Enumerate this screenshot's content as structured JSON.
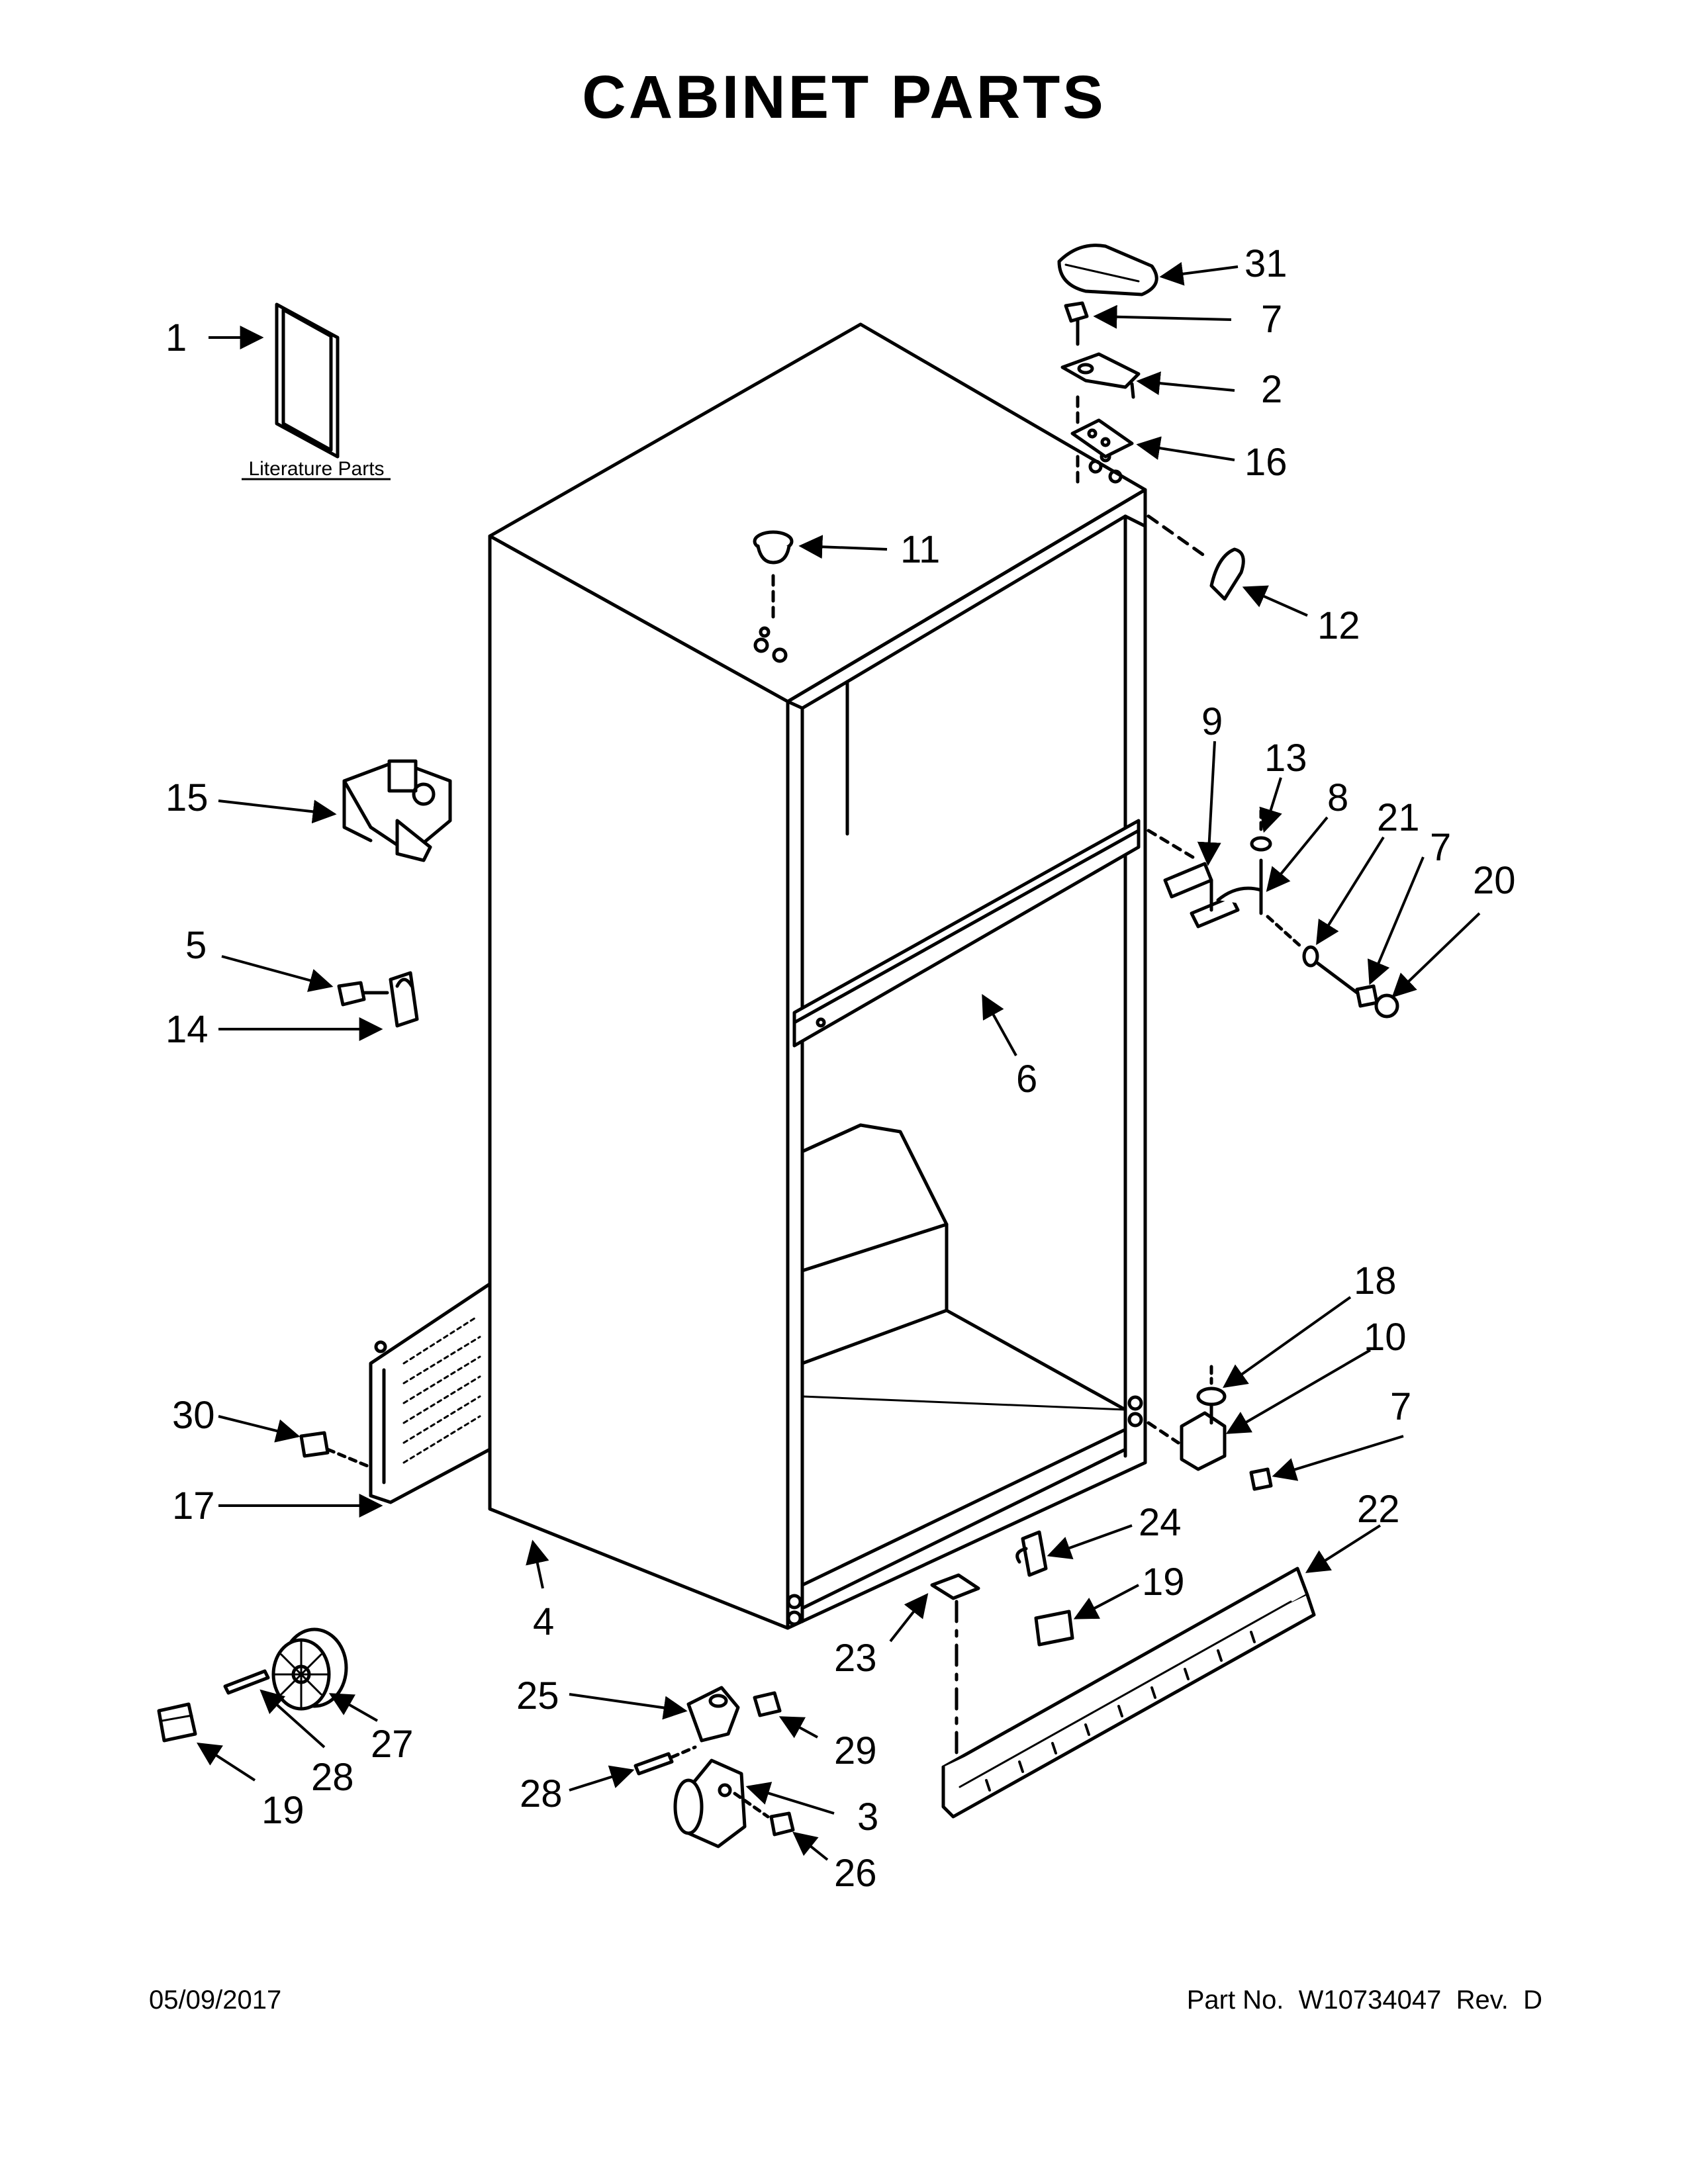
{
  "page": {
    "title": "CABINET PARTS",
    "literature_label": "Literature Parts",
    "footer_date": "05/09/2017",
    "footer_part": "Part No.  W10734047  Rev.  D"
  },
  "callouts": {
    "c1": "1",
    "c31": "31",
    "c7a": "7",
    "c2": "2",
    "c16": "16",
    "c11": "11",
    "c12": "12",
    "c9": "9",
    "c13": "13",
    "c8": "8",
    "c21": "21",
    "c7b": "7",
    "c20": "20",
    "c15": "15",
    "c5": "5",
    "c14": "14",
    "c6": "6",
    "c18": "18",
    "c10": "10",
    "c7c": "7",
    "c30": "30",
    "c17": "17",
    "c4": "4",
    "c24": "24",
    "c22": "22",
    "c19a": "19",
    "c23": "23",
    "c27": "27",
    "c28a": "28",
    "c19b": "19",
    "c25": "25",
    "c29": "29",
    "c28b": "28",
    "c3": "3",
    "c26": "26"
  }
}
